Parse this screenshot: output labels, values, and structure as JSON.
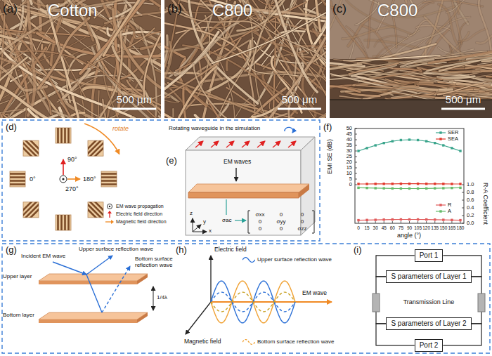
{
  "diagram": {
    "nodes": [
      {
        "text": [
          "Port 1"
        ]
      },
      {
        "text": [
          "S parameters of Layer 1"
        ]
      },
      {
        "text": [
          "S parameters of Layer 2"
        ]
      },
      {
        "text": [
          "Port 2"
        ]
      }
    ],
    "edges": [
      {
        "from": 0,
        "to": 1,
        "arrow": "none"
      },
      {
        "from": 0,
        "to": 1,
        "arrow": "none"
      },
      {
        "from": 1,
        "to": 2,
        "arrow": "none"
      },
      {
        "from": 1,
        "to": 2,
        "arrow": "none"
      },
      {
        "from": 2,
        "to": 3,
        "arrow": "none"
      },
      {
        "from": 2,
        "to": 3,
        "arrow": "none"
      }
    ],
    "labels": [
      "(a)",
      "Cotton",
      "500 μm",
      "(b)",
      "C800",
      "500 μm",
      "(c)",
      "C800",
      "500 μm",
      "(d)",
      "rotate",
      "90°",
      "0°",
      "180°",
      "270°",
      "(e)",
      "Rotating waveguide in the simulation",
      "EM waves",
      "σac",
      "σxx",
      "0",
      "0",
      "0",
      "σyy",
      "0",
      "0",
      "0",
      "σzz",
      "x",
      "y",
      "z",
      "(f)",
      "EMI SE (dB)",
      "R-A Coefficient",
      "angle (°)",
      "0",
      "5",
      "10",
      "15",
      "20",
      "25",
      "30",
      "35",
      "40",
      "45",
      "50",
      "0.0",
      "0.2",
      "0.4",
      "0.6",
      "0.8",
      "1.0",
      "0",
      "15",
      "30",
      "45",
      "60",
      "75",
      "90",
      "105",
      "120",
      "135",
      "150",
      "165",
      "180",
      "(g)",
      "Incident EM wave",
      "Upper surface reflection wave",
      "Bottom surface reflection wave",
      "Upper layer",
      "Bottom layer",
      "1/4λ",
      "(h)",
      "Electric field",
      "Magnetic field",
      "EM wave",
      "(i)",
      "Transmission Line"
    ],
    "legend": [
      {
        "text": "EM wave propagation"
      },
      {
        "text": "Electric field direction"
      },
      {
        "text": "Magnetic field direction"
      },
      {
        "text": "SER"
      },
      {
        "text": "SEA"
      },
      {
        "text": "R"
      },
      {
        "text": "A"
      },
      {
        "text": "Upper surface reflection wave"
      },
      {
        "text": "Bottom surface reflection wave"
      }
    ]
  }
}
